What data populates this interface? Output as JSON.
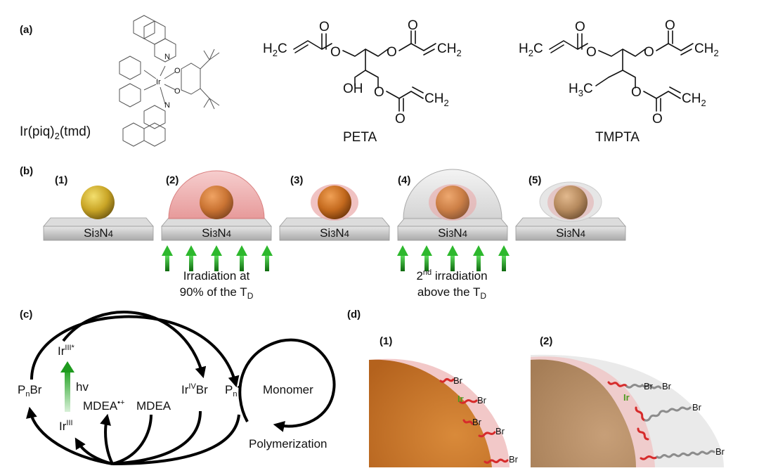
{
  "panels": {
    "a": "(a)",
    "b": "(b)",
    "c": "(c)",
    "d": "(d)"
  },
  "panel_a": {
    "complex_name": "Ir(piq)",
    "complex_sub": "2",
    "complex_tail": "(tmd)",
    "ir_atom": "Ir",
    "n_atom": "N",
    "o_atom": "O",
    "peta": {
      "name": "PETA",
      "h2c": "H",
      "h2c_sub": "2",
      "c": "C",
      "o": "O",
      "oh": "OH",
      "ch2": "CH",
      "ch2_sub": "2"
    },
    "tmpta": {
      "name": "TMPTA",
      "h3c": "H",
      "h3c_sub": "3",
      "c": "C"
    }
  },
  "panel_b": {
    "steps": [
      "(1)",
      "(2)",
      "(3)",
      "(4)",
      "(5)"
    ],
    "substrate_label": "Si",
    "substrate_sub1": "3",
    "substrate_n": "N",
    "substrate_sub2": "4",
    "caption1_line1": "Irradiation at",
    "caption1_line2": "90% of the T",
    "caption1_sub": "D",
    "caption2_pre": "2",
    "caption2_sup": "nd",
    "caption2_post": " irradiation",
    "caption2_line2": "above the T",
    "caption2_sub": "D",
    "colors": {
      "gold": "#c9a526",
      "orange": "#c46a1e",
      "pink_shell": "#e99a9a",
      "grey_shell": "#d9d9d9",
      "arrow_green": "#2db82d",
      "substrate": "#bdbdbd"
    }
  },
  "panel_c": {
    "ir3_star": "Ir",
    "ir3_star_sup": "III*",
    "hv": "hv",
    "ir3": "Ir",
    "ir3_sup": "III",
    "pnbr": "P",
    "pnbr_sub": "n",
    "pnbr_tail": "Br",
    "ir4br": "Ir",
    "ir4br_sup": "IV",
    "ir4br_tail": "Br",
    "pn_rad": "P",
    "pn_rad_sub": "n",
    "pn_rad_sup": "•",
    "mdea_rad": "MDEA",
    "mdea_rad_sup": "•+",
    "mdea": "MDEA",
    "monomer": "Monomer",
    "polymerization": "Polymerization"
  },
  "panel_d": {
    "steps": [
      "(1)",
      "(2)"
    ],
    "br": "Br",
    "ir": "Ir",
    "colors": {
      "particle": "#c67a2e",
      "shell_pink": "#eeb3b3",
      "shell_grey": "#dedede",
      "chain_red": "#d62b2b",
      "chain_grey": "#8c8c8c",
      "ir_green": "#4e9a1f"
    }
  }
}
